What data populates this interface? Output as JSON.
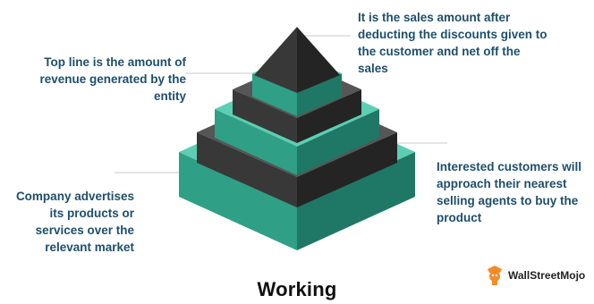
{
  "annotations": {
    "top_right": "It is the sales amount after\ndeducting the discounts given to\nthe customer and net off the\nsales",
    "top_left": "Top line is the amount of\nrevenue generated by the\nentity",
    "mid_right": "Interested customers will\napproach their nearest\nselling agents to buy the\nproduct",
    "bottom_left": "Company advertises\nits products or\nservices over the\nrelevant market"
  },
  "title": "Working",
  "brand": {
    "logo_text": "WallStreetMojo",
    "icon": "wallstreetmojo-mascot-icon"
  },
  "colors": {
    "text": "#1e4f6b",
    "teal_top": "#5ccfb2",
    "teal_left": "#2f9f86",
    "teal_right": "#1f7866",
    "dark_top": "#565656",
    "dark_left": "#383838",
    "dark_right": "#242424",
    "leader": "#c9c9c9",
    "logo_orange": "#f28c28"
  }
}
